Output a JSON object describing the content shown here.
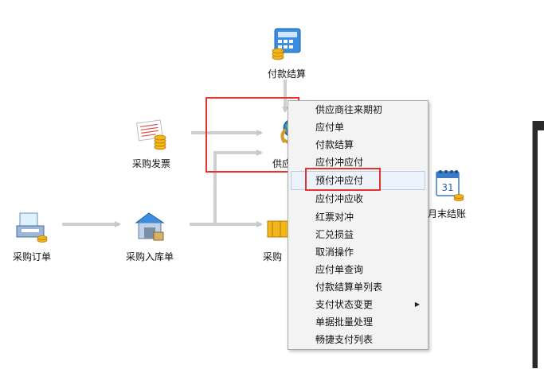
{
  "nodes": {
    "payment_settlement": "付款结算",
    "purchase_invoice": "采购发票",
    "supplier": "供应商",
    "month_end": "月末结账",
    "purchase_order": "采购订单",
    "purchase_receipt": "采购入库单",
    "purchase": "采购"
  },
  "menu": {
    "items": [
      {
        "label": "供应商往来期初"
      },
      {
        "label": "应付单"
      },
      {
        "label": "付款结算"
      },
      {
        "label": "应付冲应付"
      },
      {
        "label": "预付冲应付"
      },
      {
        "label": "应付冲应收"
      },
      {
        "label": "红票对冲"
      },
      {
        "label": "汇兑损益"
      },
      {
        "label": "取消操作"
      },
      {
        "label": "应付单查询"
      },
      {
        "label": "付款结算单列表"
      },
      {
        "label": "支付状态变更"
      },
      {
        "label": "单据批量处理"
      },
      {
        "label": "畅捷支付列表"
      }
    ],
    "highlighted_index": 4,
    "submenu_index": 11
  },
  "colors": {
    "annotation_red": "#e8322c",
    "flow_arrow": "#c8c8c8",
    "menu_highlight": "#eef3fb"
  }
}
